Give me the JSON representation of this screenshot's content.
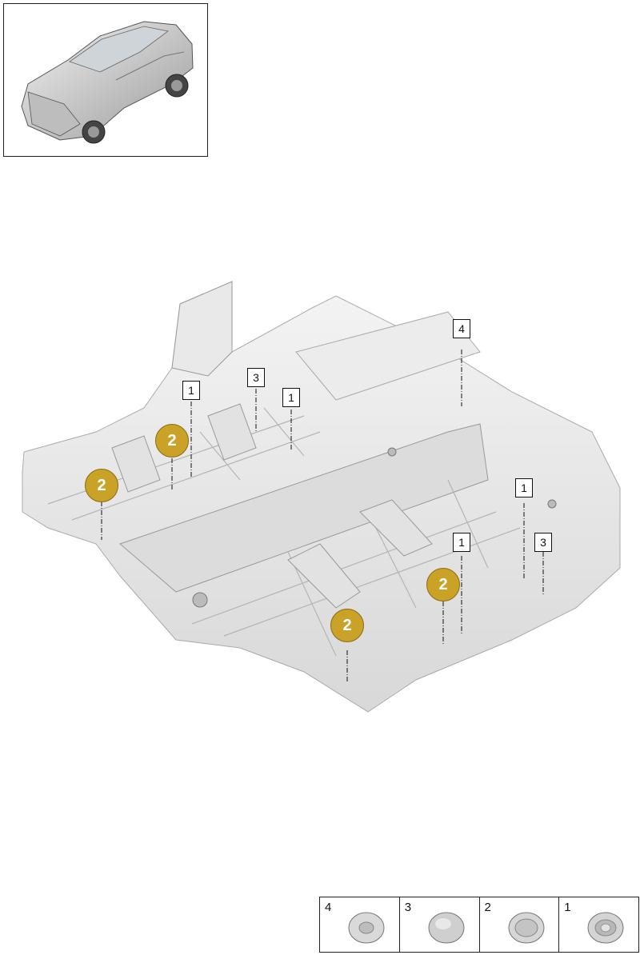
{
  "callouts": [
    {
      "label": "4",
      "style": "box"
    },
    {
      "label": "3",
      "style": "box"
    },
    {
      "label": "1",
      "style": "box"
    },
    {
      "label": "1",
      "style": "box"
    },
    {
      "label": "2",
      "style": "circle"
    },
    {
      "label": "2",
      "style": "circle"
    },
    {
      "label": "1",
      "style": "box"
    },
    {
      "label": "1",
      "style": "box"
    },
    {
      "label": "3",
      "style": "box"
    },
    {
      "label": "2",
      "style": "circle"
    },
    {
      "label": "2",
      "style": "circle"
    }
  ],
  "legend": [
    {
      "number": "4",
      "part": "plug-flat-icon"
    },
    {
      "number": "3",
      "part": "plug-dome-icon"
    },
    {
      "number": "2",
      "part": "plug-ring-icon"
    },
    {
      "number": "1",
      "part": "plug-grommet-icon"
    }
  ],
  "colors": {
    "highlight": "#c9a227",
    "body": "#e6e6e6",
    "line": "#111111"
  }
}
